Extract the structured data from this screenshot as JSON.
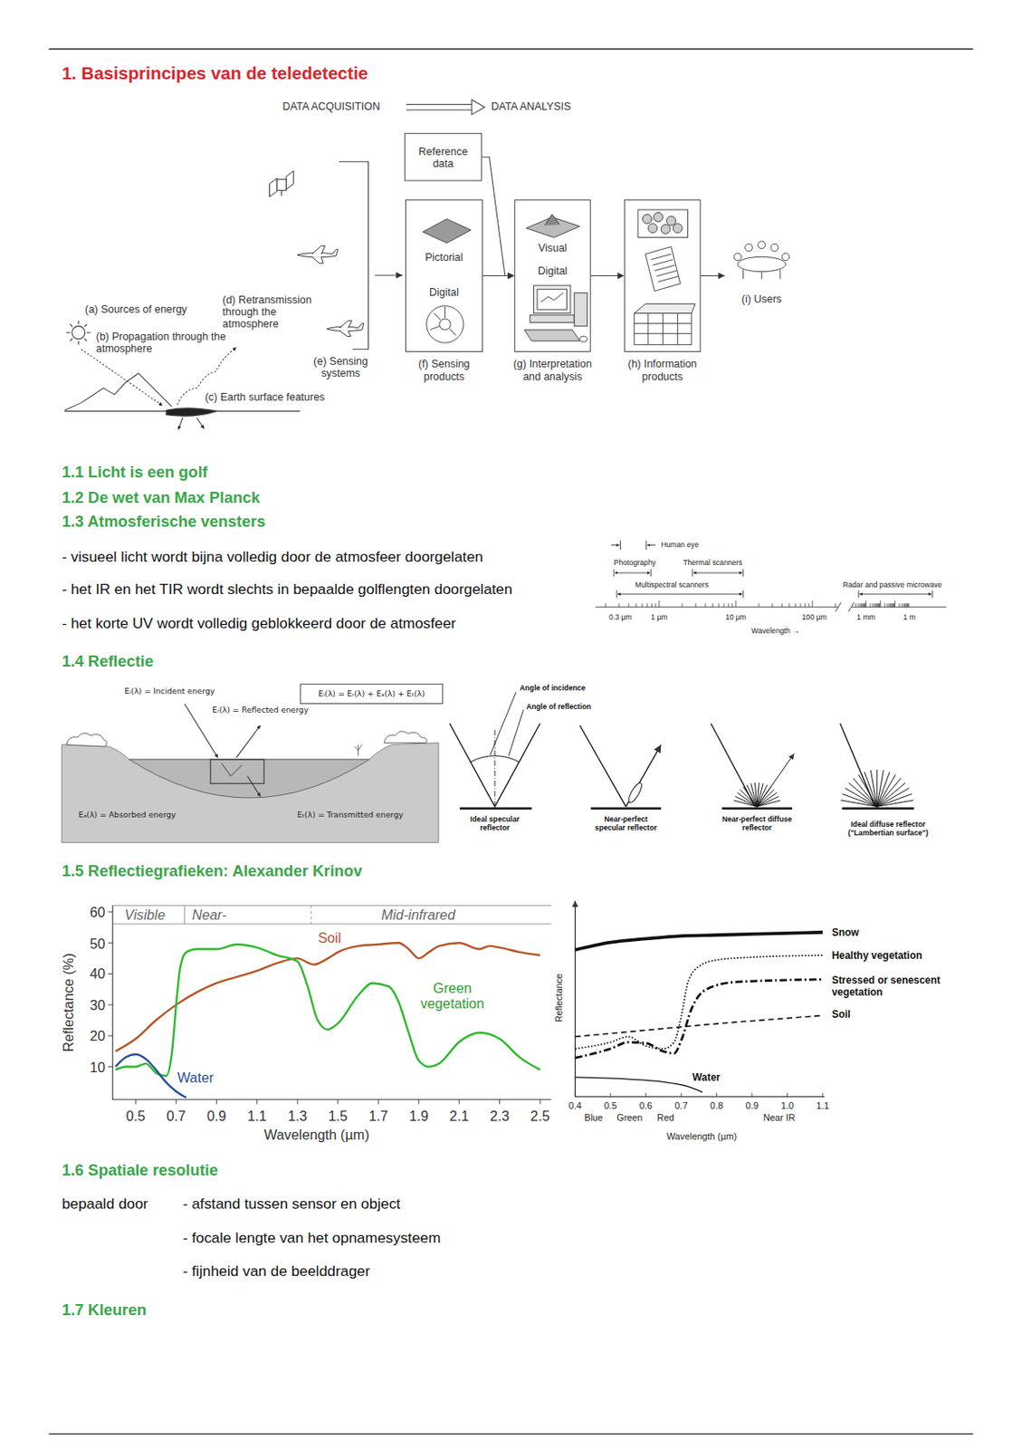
{
  "diagram": {
    "title": "1. Basisprincipes van de teledetectie",
    "nodes": [
      {
        "text": [
          "Reference data"
        ]
      },
      {
        "text": [
          "Pictorial",
          "Digital",
          "(f) Sensing products"
        ]
      },
      {
        "text": [
          "Visual",
          "Digital",
          "(g) Interpretation and analysis"
        ]
      },
      {
        "text": [
          "(h) Information products"
        ]
      },
      {
        "text": [
          "(i) Users"
        ]
      },
      {
        "text": [
          "Eᵢ(λ) = Eᵣ(λ) + Eₐ(λ) + Eₜ(λ)"
        ]
      }
    ],
    "edges": [
      {
        "from": 1,
        "to": 2,
        "arrow": "to"
      },
      {
        "from": 0,
        "to": 2,
        "arrow": "to"
      },
      {
        "from": 2,
        "to": 3,
        "arrow": "to"
      },
      {
        "from": 3,
        "to": 4,
        "arrow": "to"
      }
    ],
    "labels": [
      "DATA ACQUISITION",
      "DATA ANALYSIS",
      "(a) Sources of energy",
      "(b) Propagation through the atmosphere",
      "(c) Earth surface features",
      "(d) Retransmission through the atmosphere",
      "(e) Sensing systems",
      "1.1 Licht is een golf",
      "1.2 De wet van Max Planck",
      "1.3 Atmosferische vensters",
      "- visueel licht wordt bijna volledig door de atmosfeer doorgelaten",
      "- het IR en het TIR wordt slechts in bepaalde golflengten doorgelaten",
      "- het korte UV wordt volledig geblokkeerd door de atmosfeer",
      "Human eye",
      "Photography",
      "Thermal scanners",
      "Multispectral scanners",
      "Radar and passive microwave",
      "0.3 µm",
      "1 µm",
      "10 µm",
      "100 µm",
      "1 mm",
      "1 m",
      "Wavelength →",
      "1.4 Reflectie",
      "Eᵢ(λ) = Incident energy",
      "Eᵣ(λ) = Reflected energy",
      "Eₐ(λ) = Absorbed energy",
      "Eₜ(λ) = Transmitted energy",
      "Angle of incidence",
      "Angle of reflection",
      "Ideal specular reflector",
      "Near-perfect specular reflector",
      "Near-perfect diffuse reflector",
      "Ideal diffuse reflector (\"Lambertian surface\")",
      "1.5 Reflectiegrafieken: Alexander Krinov",
      "Visible",
      "Near-",
      "Mid-infrared",
      "60",
      "50",
      "40",
      "30",
      "20",
      "10",
      "0.5",
      "0.7",
      "0.9",
      "1.1",
      "1.3",
      "1.5",
      "1.7",
      "1.9",
      "2.1",
      "2.3",
      "2.5",
      "Wavelength (µm)",
      "Reflectance (%)",
      "Soil",
      "Green vegetation",
      "Water",
      "Snow",
      "Healthy vegetation",
      "Stressed or senescent vegetation",
      "Soil",
      "Water",
      "0.4",
      "0.5",
      "0.6",
      "0.7",
      "0.8",
      "0.9",
      "1.0",
      "1.1",
      "Blue",
      "Green",
      "Red",
      "Near IR",
      "Wavelength (µm)",
      "Reflectance",
      "1.6 Spatiale resolutie",
      "bepaald door",
      "- afstand tussen sensor en object",
      "- focale lengte van het opnamesysteem",
      "- fijnheid van de beelddrager",
      "1.7 Kleuren"
    ]
  }
}
